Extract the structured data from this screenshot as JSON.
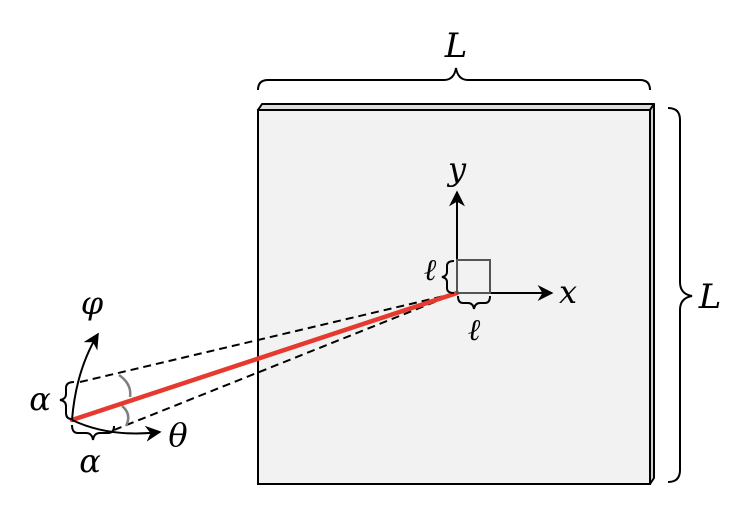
{
  "labels": {
    "plate_width": "L",
    "plate_height": "L",
    "axis_x": "x",
    "axis_y": "y",
    "pixel_size_left": "ℓ",
    "pixel_size_bottom": "ℓ",
    "angle_phi": "φ",
    "angle_theta": "θ",
    "alpha_vertical": "α",
    "alpha_horizontal": "α"
  },
  "colors": {
    "plate_fill": "#f2f2f2",
    "plate_edge": "#dcdcdc",
    "ray": "#e63a2e",
    "angle_arc": "#808080",
    "line": "#000000"
  }
}
